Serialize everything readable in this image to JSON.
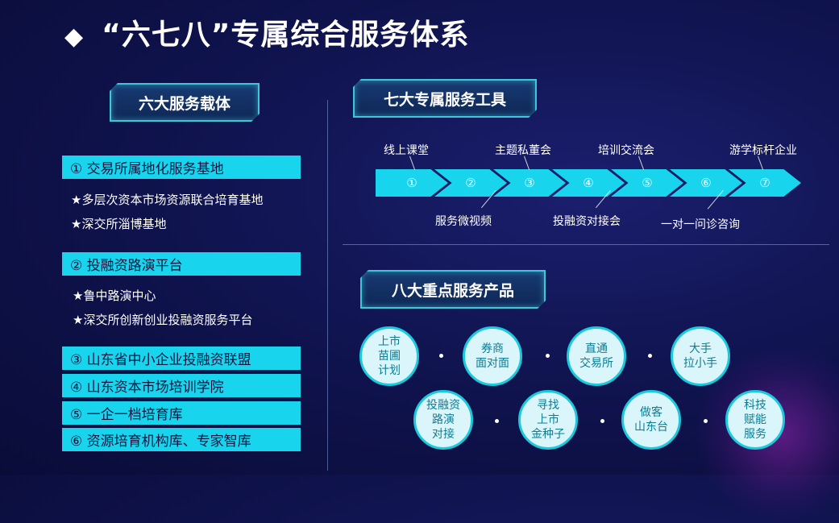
{
  "title": "“六七八”专属综合服务体系",
  "title_marker": "◆",
  "section_left": {
    "heading": "六大服务载体"
  },
  "left_items": [
    {
      "label": "① 交易所属地化服务基地",
      "subs": [
        "★多层次资本市场资源联合培育基地",
        "★深交所淄博基地"
      ]
    },
    {
      "label": "② 投融资路演平台",
      "subs": [
        "★鲁中路演中心",
        "★深交所创新创业投融资服务平台"
      ]
    },
    {
      "label": "③ 山东省中小企业投融资联盟"
    },
    {
      "label": "④ 山东资本市场培训学院"
    },
    {
      "label": "⑤ 一企一档培育库"
    },
    {
      "label": "⑥ 资源培育机构库、专家智库"
    }
  ],
  "section_tools": {
    "heading": "七大专属服务工具"
  },
  "tools": [
    {
      "num": "①",
      "label": "线上课堂",
      "position": "above"
    },
    {
      "num": "②",
      "label": "服务微视频",
      "position": "below"
    },
    {
      "num": "③",
      "label": "主题私董会",
      "position": "above"
    },
    {
      "num": "④",
      "label": "投融资对接会",
      "position": "below"
    },
    {
      "num": "⑤",
      "label": "培训交流会",
      "position": "above"
    },
    {
      "num": "⑥",
      "label": "一对一问诊咨询",
      "position": "below"
    },
    {
      "num": "⑦",
      "label": "游学标杆企业",
      "position": "above"
    }
  ],
  "section_products": {
    "heading": "八大重点服务产品"
  },
  "products": [
    "上市\n苗圃\n计划",
    "券商\n面对面",
    "直通\n交易所",
    "大手\n拉小手",
    "投融资\n路演\n对接",
    "寻找\n上市\n金种子",
    "做客\n山东台",
    "科技\n赋能\n服务"
  ],
  "colors": {
    "accent": "#18d4ec",
    "background": "#101450"
  }
}
